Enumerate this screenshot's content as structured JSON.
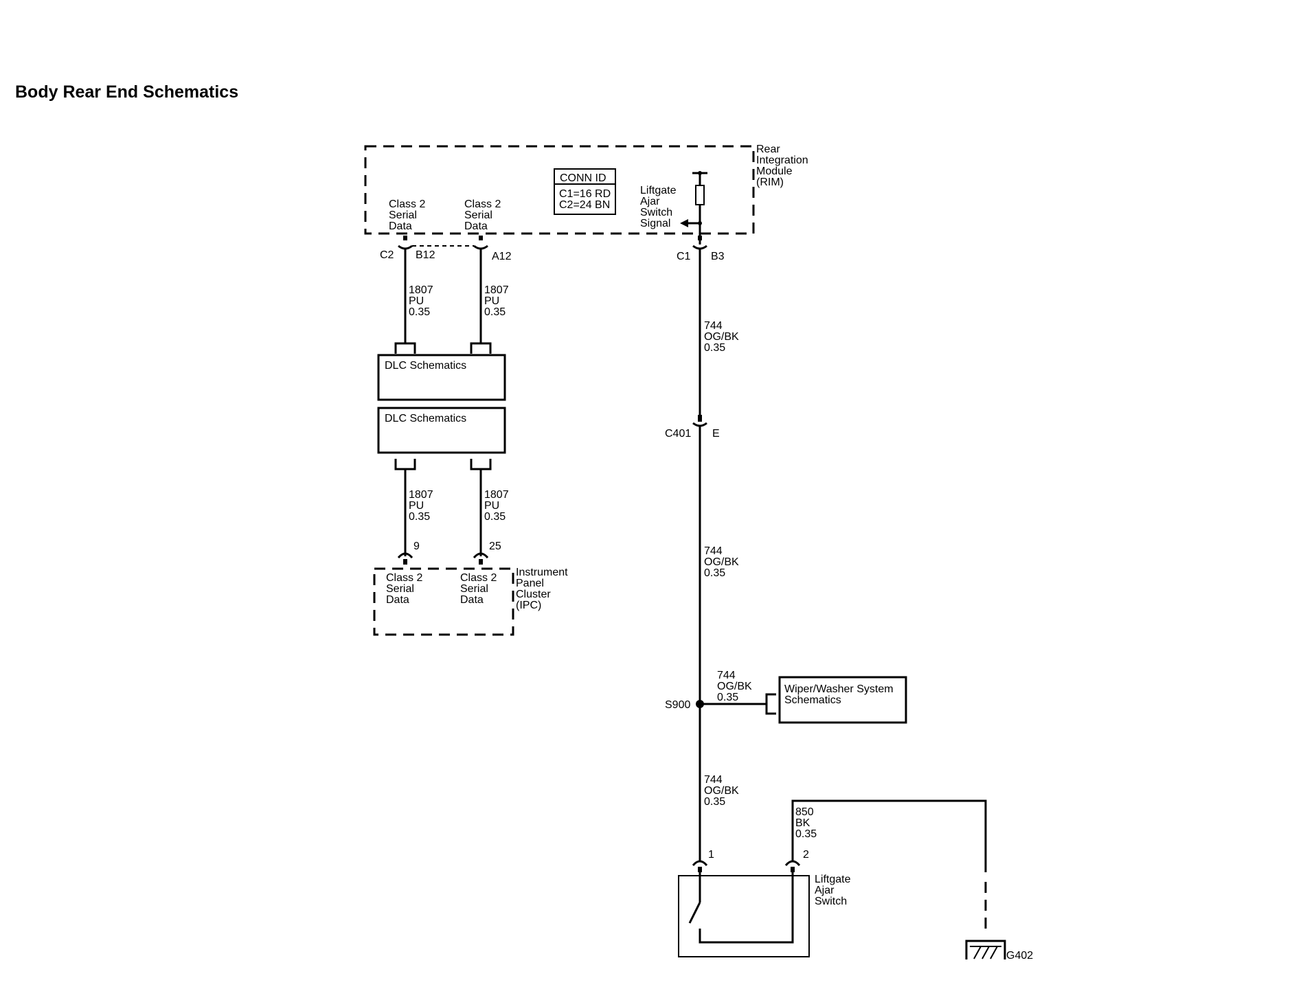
{
  "page": {
    "title": "Body Rear End Schematics"
  },
  "rim": {
    "name_lines": [
      "Rear",
      "Integration",
      "Module",
      "(RIM)"
    ],
    "conn_id": {
      "header": "CONN ID",
      "lines": [
        "C1=16 RD",
        "C2=24 BN"
      ]
    },
    "class2_left_lines": [
      "Class 2",
      "Serial",
      "Data"
    ],
    "class2_right_lines": [
      "Class 2",
      "Serial",
      "Data"
    ],
    "liftgate_signal_lines": [
      "Liftgate",
      "Ajar",
      "Switch",
      "Signal"
    ]
  },
  "connectors": {
    "c2": "C2",
    "b12": "B12",
    "a12": "A12",
    "c1": "C1",
    "b3": "B3",
    "c401": "C401",
    "e": "E",
    "s900": "S900",
    "ipc_pin_9": "9",
    "ipc_pin_25": "25",
    "switch_pin_1": "1",
    "switch_pin_2": "2",
    "ground": "G402"
  },
  "wires": {
    "w1807_upper_left": [
      "1807",
      "PU",
      "0.35"
    ],
    "w1807_upper_right": [
      "1807",
      "PU",
      "0.35"
    ],
    "w1807_lower_left": [
      "1807",
      "PU",
      "0.35"
    ],
    "w1807_lower_right": [
      "1807",
      "PU",
      "0.35"
    ],
    "w744_a": [
      "744",
      "OG/BK",
      "0.35"
    ],
    "w744_b": [
      "744",
      "OG/BK",
      "0.35"
    ],
    "w744_branch": [
      "744",
      "OG/BK",
      "0.35"
    ],
    "w744_c": [
      "744",
      "OG/BK",
      "0.35"
    ],
    "w850": [
      "850",
      "BK",
      "0.35"
    ]
  },
  "dlc": {
    "upper_label": "DLC Schematics",
    "lower_label": "DLC Schematics"
  },
  "ipc": {
    "name_lines": [
      "Instrument",
      "Panel",
      "Cluster",
      "(IPC)"
    ],
    "class2_left_lines": [
      "Class 2",
      "Serial",
      "Data"
    ],
    "class2_right_lines": [
      "Class 2",
      "Serial",
      "Data"
    ]
  },
  "wiper": {
    "label_lines": [
      "Wiper/Washer System",
      "Schematics"
    ]
  },
  "switch": {
    "name_lines": [
      "Liftgate",
      "Ajar",
      "Switch"
    ]
  }
}
